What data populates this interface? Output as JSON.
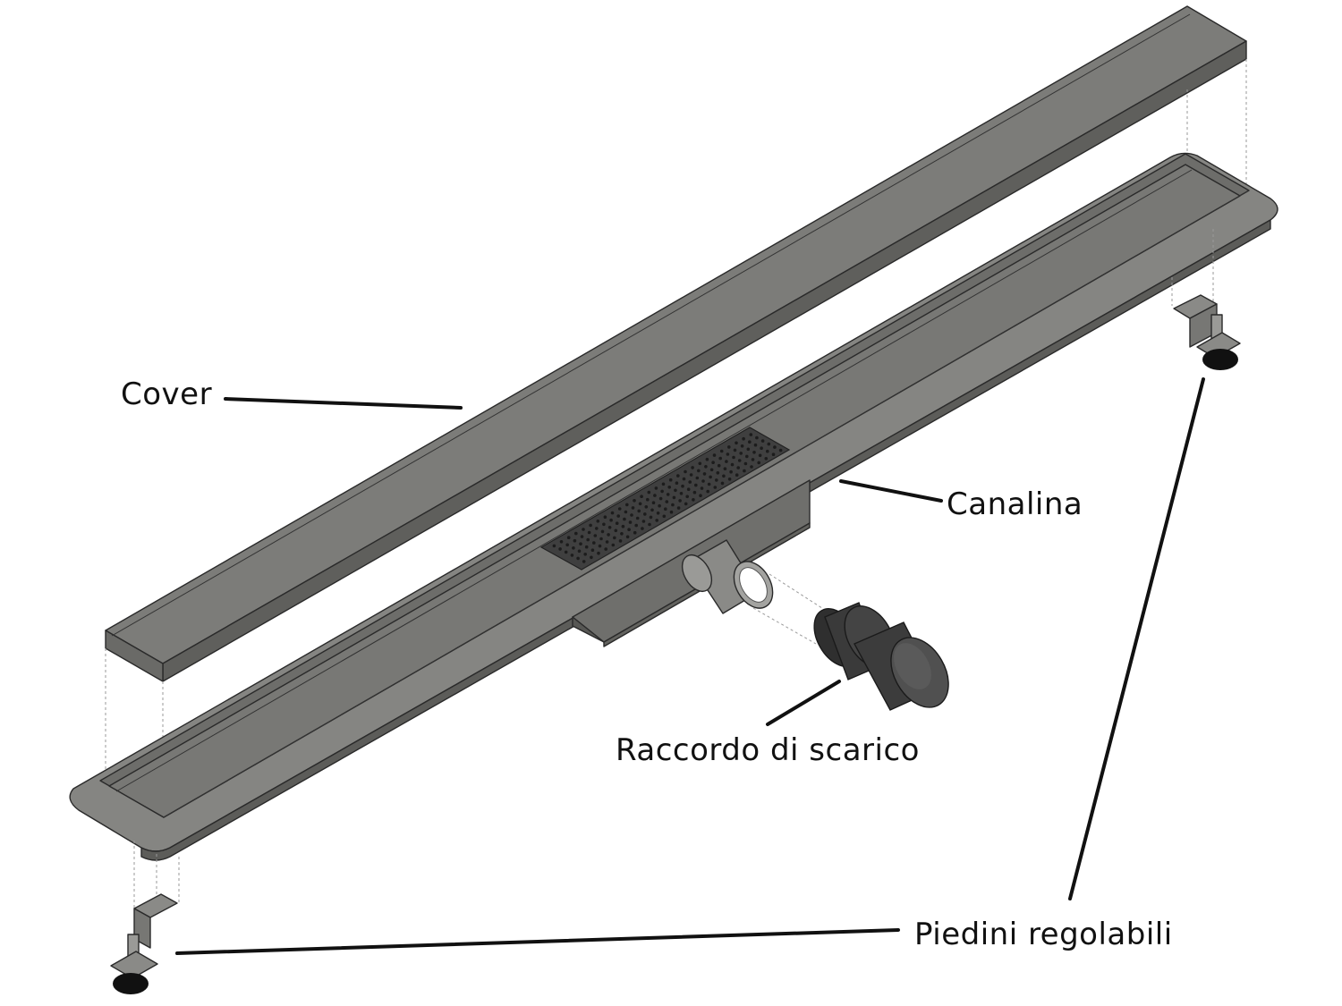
{
  "labels": {
    "cover": "Cover",
    "canalina": "Canalina",
    "raccordo": "Raccordo di scarico",
    "piedini": "Piedini regolabili"
  },
  "colors": {
    "metal": "#7a7a77",
    "metal_light": "#8f8f8c",
    "metal_dark": "#5e5e5b",
    "grate": "#3e3e3e",
    "fitting": "#3a3a3a",
    "text": "#111111",
    "background": "#ffffff"
  }
}
